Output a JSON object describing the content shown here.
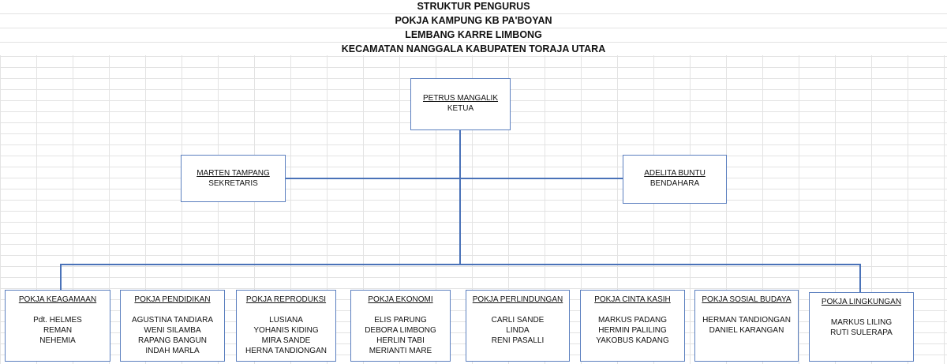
{
  "header": [
    "STRUKTUR PENGURUS",
    "POKJA KAMPUNG KB PA'BOYAN",
    "LEMBANG KARRE LIMBONG",
    "KECAMATAN NANGGALA KABUPATEN TORAJA UTARA"
  ],
  "ketua": {
    "name": "PETRUS MANGALIK",
    "role": "KETUA"
  },
  "sekretaris": {
    "name": "MARTEN TAMPANG",
    "role": "SEKRETARIS"
  },
  "bendahara": {
    "name": "ADELITA BUNTU",
    "role": "BENDAHARA"
  },
  "pokja": [
    {
      "title": "POKJA KEAGAMAAN",
      "members": [
        "Pdt. HELMES",
        "REMAN",
        "NEHEMIA"
      ]
    },
    {
      "title": "POKJA PENDIDIKAN",
      "members": [
        "AGUSTINA TANDIARA",
        "WENI SILAMBA",
        "RAPANG BANGUN",
        "INDAH MARLA"
      ]
    },
    {
      "title": "POKJA REPRODUKSI",
      "members": [
        "LUSIANA",
        "YOHANIS KIDING",
        "MIRA SANDE",
        "HERNA TANDIONGAN"
      ]
    },
    {
      "title": "POKJA EKONOMI",
      "members": [
        "ELIS PARUNG",
        "DEBORA LIMBONG",
        "HERLIN TABI",
        "MERIANTI MARE"
      ]
    },
    {
      "title": "POKJA PERLINDUNGAN",
      "members": [
        "CARLI SANDE",
        "LINDA",
        "RENI PASALLI"
      ]
    },
    {
      "title": "POKJA CINTA KASIH",
      "members": [
        "MARKUS PADANG",
        "HERMIN PALILING",
        "YAKOBUS KADANG"
      ]
    },
    {
      "title": "POKJA  SOSIAL BUDAYA",
      "members": [
        "HERMAN TANDIONGAN",
        "DANIEL KARANGAN"
      ]
    },
    {
      "title": "POKJA LINGKUNGAN",
      "members": [
        "MARKUS LILING",
        "RUTI SULERAPA"
      ]
    }
  ]
}
